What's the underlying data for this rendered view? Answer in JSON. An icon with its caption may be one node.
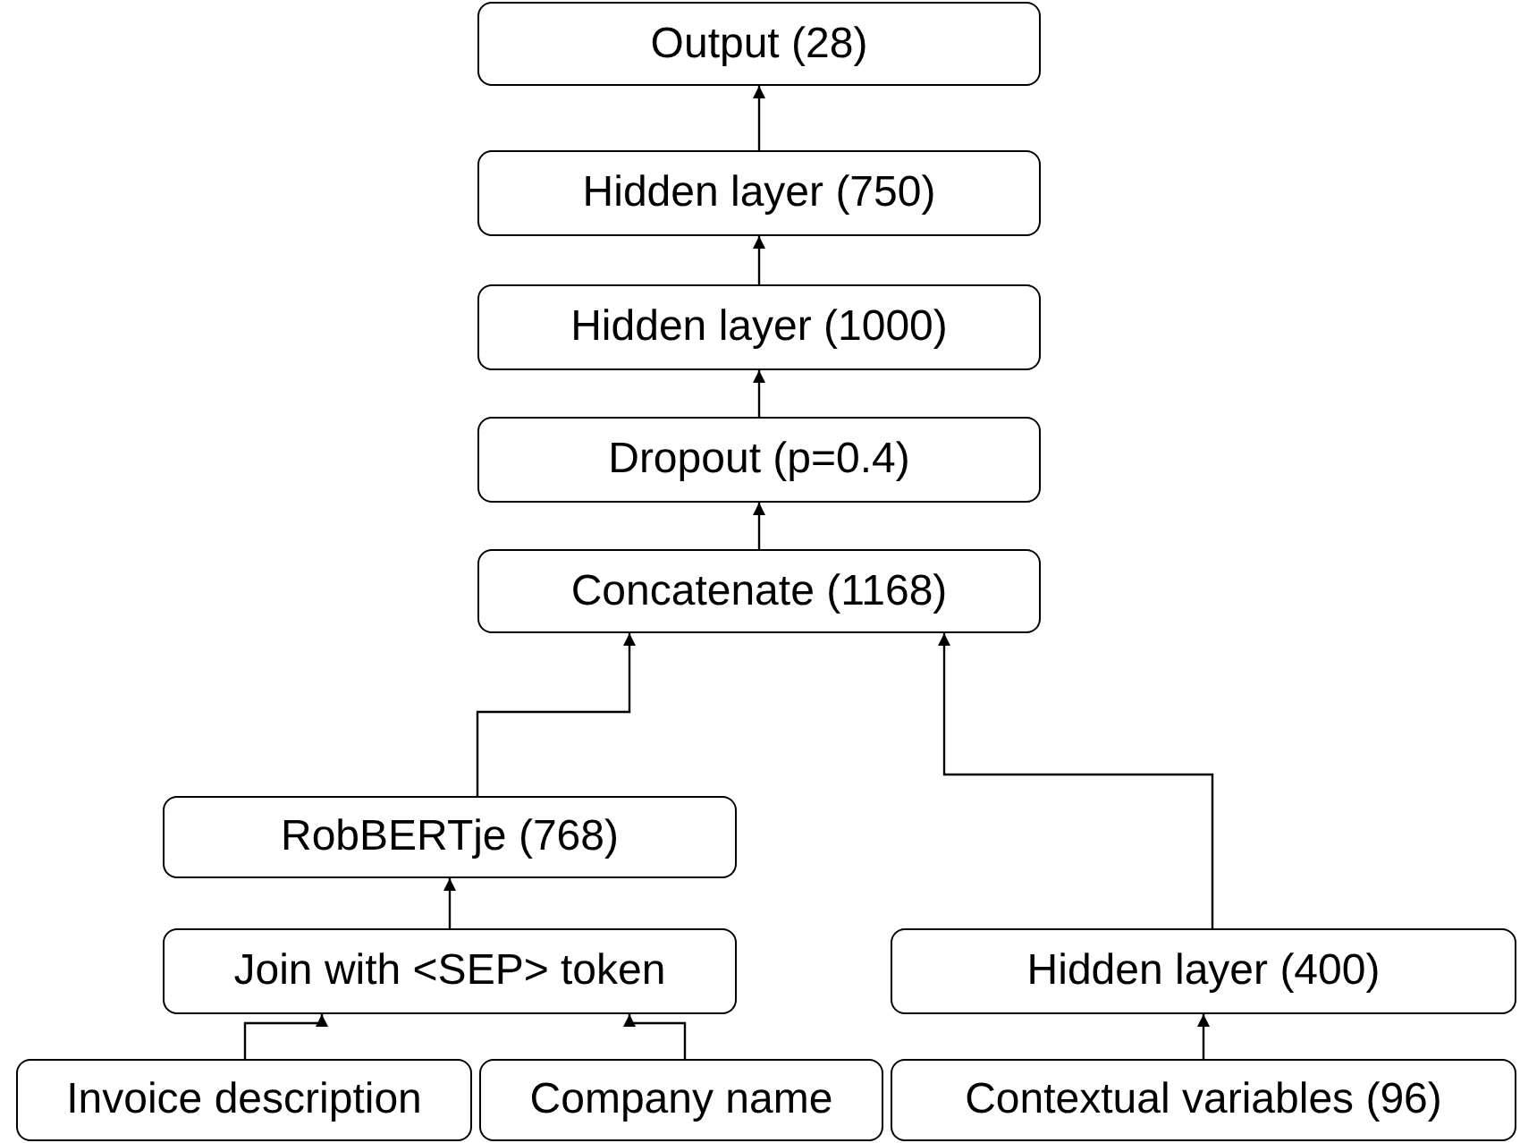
{
  "diagram": {
    "nodes": [
      {
        "text": [
          "Output (28)"
        ]
      },
      {
        "text": [
          "Hidden layer (750)"
        ]
      },
      {
        "text": [
          "Hidden layer (1000)"
        ]
      },
      {
        "text": [
          "Dropout (p=0.4)"
        ]
      },
      {
        "text": [
          "Concatenate (1168)"
        ]
      },
      {
        "text": [
          "RobBERTje (768)"
        ]
      },
      {
        "text": [
          "Join with <SEP> token"
        ]
      },
      {
        "text": [
          "Hidden layer (400)"
        ]
      },
      {
        "text": [
          "Invoice description"
        ]
      },
      {
        "text": [
          "Company name"
        ]
      },
      {
        "text": [
          "Contextual variables (96)"
        ]
      }
    ],
    "edges": [
      {
        "from": 1,
        "to": 0,
        "arrow": "to"
      },
      {
        "from": 2,
        "to": 1,
        "arrow": "to"
      },
      {
        "from": 3,
        "to": 2,
        "arrow": "to"
      },
      {
        "from": 4,
        "to": 3,
        "arrow": "to"
      },
      {
        "from": 5,
        "to": 4,
        "arrow": "to"
      },
      {
        "from": 7,
        "to": 4,
        "arrow": "to"
      },
      {
        "from": 6,
        "to": 5,
        "arrow": "to"
      },
      {
        "from": 8,
        "to": 6,
        "arrow": "to"
      },
      {
        "from": 9,
        "to": 6,
        "arrow": "to"
      },
      {
        "from": 10,
        "to": 7,
        "arrow": "to"
      }
    ]
  }
}
